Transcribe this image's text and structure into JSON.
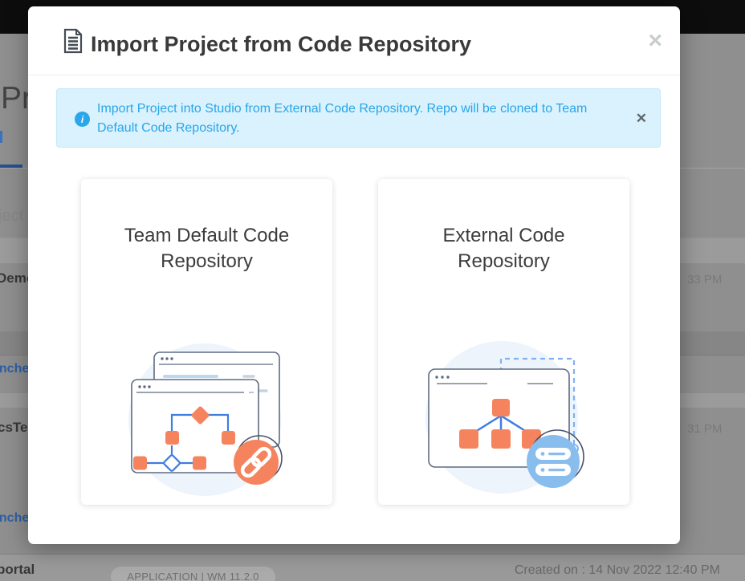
{
  "colors": {
    "accent_orange": "#f5845e",
    "flow_blue": "#3f7de0",
    "alert_bg": "#d9f2fd",
    "alert_text": "#29a5e8",
    "badge_blue": "#89bdee",
    "illustration_bg": "#edf4fb"
  },
  "modal": {
    "title": "Import Project from Code Repository",
    "close_label": "×",
    "alert": {
      "info_icon": "i",
      "text": "Import Project into Studio from External Code Repository. Repo will be cloned to Team Default Code Repository.",
      "close_label": "✕"
    },
    "cards": [
      {
        "title": "Team Default Code Repository",
        "badge_icon": "link-icon"
      },
      {
        "title": "External Code Repository",
        "badge_icon": "server-icon"
      }
    ]
  },
  "background": {
    "heading_fragment": "Pro",
    "search_placeholder_fragment": "ject",
    "rows": [
      {
        "name_fragment": "Demo",
        "time_fragment": "33 PM"
      },
      {
        "link_fragment": "anche"
      },
      {
        "name_fragment": "csTe",
        "time_fragment": "31 PM"
      },
      {
        "link_fragment": "anche"
      },
      {
        "name_fragment": "portal",
        "badge_label": "APPLICATION | WM 11.2.0",
        "created_label": "Created on : 14 Nov 2022 12:40 PM"
      }
    ]
  }
}
